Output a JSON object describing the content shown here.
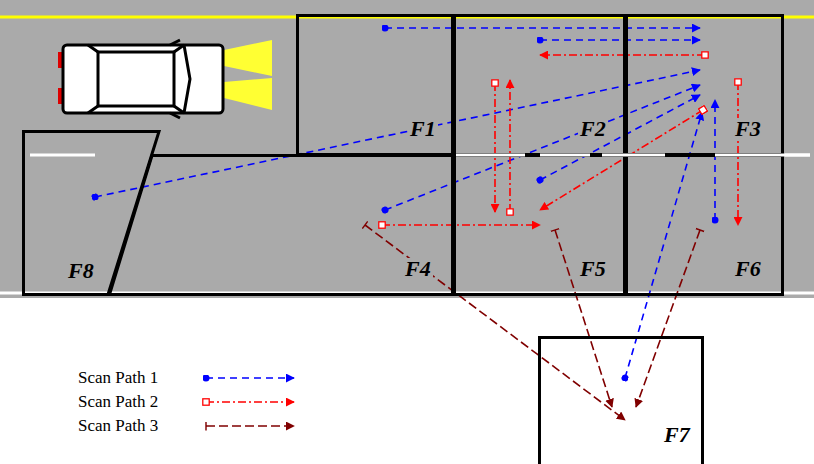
{
  "diagram": {
    "nodes": [
      {
        "text": [
          "F1"
        ]
      },
      {
        "text": [
          "F2"
        ]
      },
      {
        "text": [
          "F3"
        ]
      },
      {
        "text": [
          "F4"
        ]
      },
      {
        "text": [
          "F5"
        ]
      },
      {
        "text": [
          "F6"
        ]
      },
      {
        "text": [
          "F7"
        ]
      },
      {
        "text": [
          "F8"
        ]
      }
    ],
    "edges": [
      {
        "from": 0,
        "to": 2,
        "arrow": "to"
      },
      {
        "from": 1,
        "to": 2,
        "arrow": "to"
      },
      {
        "from": 7,
        "to": 2,
        "arrow": "to"
      },
      {
        "from": 3,
        "to": 2,
        "arrow": "to"
      },
      {
        "from": 4,
        "to": 2,
        "arrow": "to"
      },
      {
        "from": 6,
        "to": 2,
        "arrow": "to"
      },
      {
        "from": 5,
        "to": 2,
        "arrow": "to"
      },
      {
        "from": 2,
        "to": 1,
        "arrow": "to"
      },
      {
        "from": 1,
        "to": 4,
        "arrow": "to"
      },
      {
        "from": 4,
        "to": 1,
        "arrow": "to"
      },
      {
        "from": 2,
        "to": 4,
        "arrow": "to"
      },
      {
        "from": 3,
        "to": 4,
        "arrow": "to"
      },
      {
        "from": 2,
        "to": 5,
        "arrow": "to"
      },
      {
        "from": 3,
        "to": 6,
        "arrow": "to"
      },
      {
        "from": 4,
        "to": 6,
        "arrow": "to"
      },
      {
        "from": 5,
        "to": 6,
        "arrow": "to"
      }
    ],
    "legend": [
      {
        "text": "Scan Path 1"
      },
      {
        "text": "Scan Path 2"
      },
      {
        "text": "Scan Path 3"
      }
    ]
  }
}
